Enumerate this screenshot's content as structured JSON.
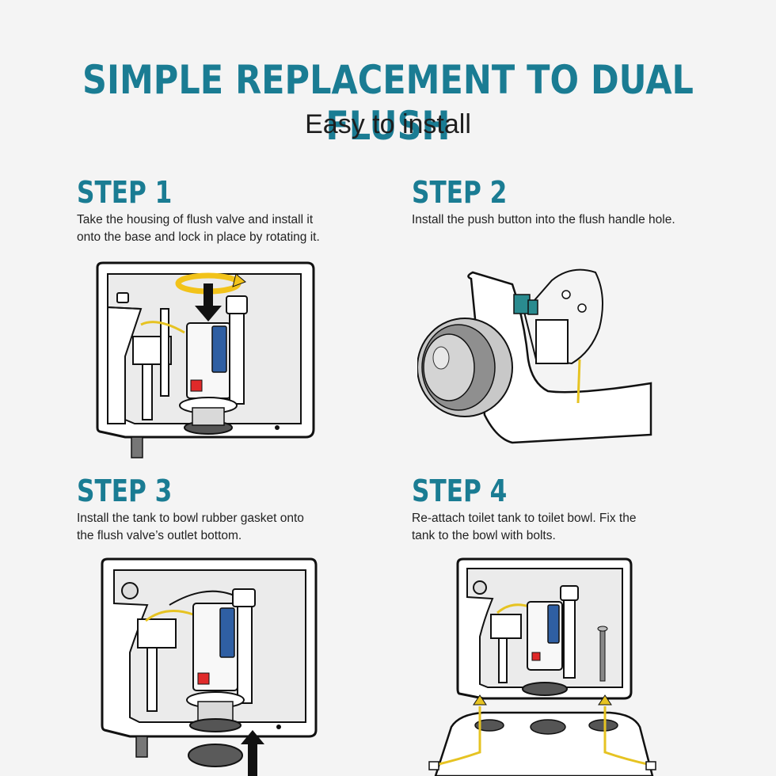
{
  "header": {
    "title": "SIMPLE REPLACEMENT TO DUAL FLUSH",
    "subtitle": "Easy to install"
  },
  "steps": [
    {
      "title": "STEP 1",
      "line1": "Take the housing of flush valve and install it",
      "line2": "onto the base and lock in place by rotating it."
    },
    {
      "title": "STEP 2",
      "line1": "Install the push button into the flush handle hole.",
      "line2": ""
    },
    {
      "title": "STEP 3",
      "line1": "Install the tank to bowl rubber gasket onto",
      "line2": "the flush valve’s outlet bottom."
    },
    {
      "title": "STEP 4",
      "line1": "Re-attach toilet tank to toilet bowl. Fix the",
      "line2": "tank to the bowl with bolts."
    }
  ],
  "colors": {
    "accent": "#1a7c93",
    "valve_blue": "#2f5fa3",
    "button_teal": "#2a8b8f",
    "rotate_arrow": "#f2c31a",
    "red_indicator": "#e02a2a"
  },
  "icons": [
    "rotate-arrow-icon",
    "down-arrow-icon",
    "up-arrow-icon"
  ]
}
